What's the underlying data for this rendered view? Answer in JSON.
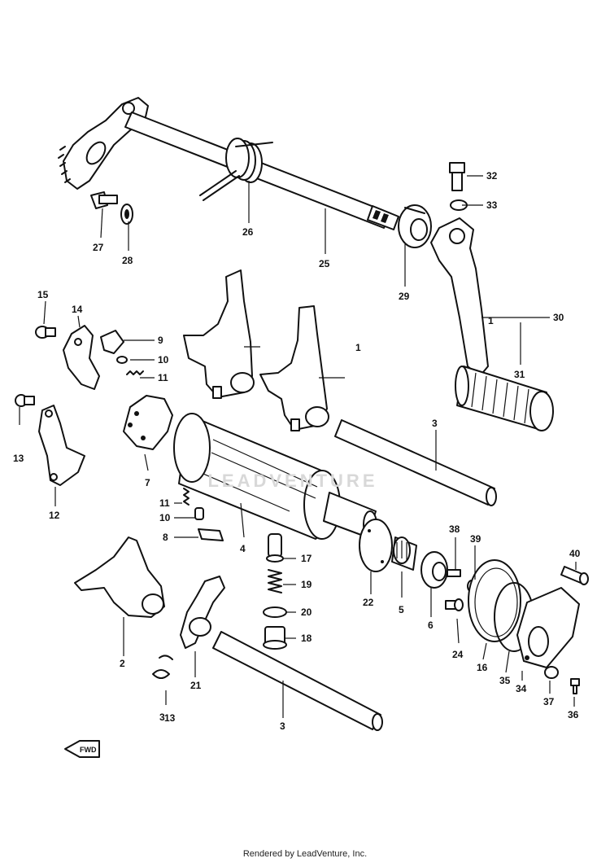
{
  "watermark": "LEADVENTURE",
  "credit": "Rendered by LeadVenture, Inc.",
  "fwd_mark": "FWD",
  "labels": [
    "1",
    "1",
    "2",
    "3",
    "3",
    "3",
    "4",
    "5",
    "6",
    "7",
    "8",
    "9",
    "10",
    "10",
    "11",
    "11",
    "12",
    "13",
    "13",
    "14",
    "15",
    "16",
    "17",
    "18",
    "19",
    "20",
    "21",
    "22",
    "24",
    "24",
    "25",
    "26",
    "27",
    "28",
    "29",
    "30",
    "31",
    "32",
    "33",
    "34",
    "35",
    "36",
    "37",
    "38",
    "39",
    "40"
  ]
}
